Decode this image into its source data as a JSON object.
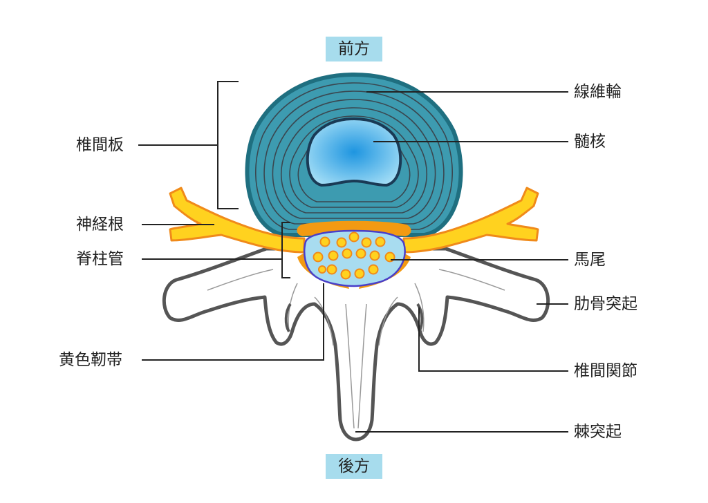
{
  "directions": {
    "anterior": "前方",
    "posterior": "後方"
  },
  "labels": {
    "annulus_fibrosus": "線維輪",
    "nucleus_pulposus": "髄核",
    "intervertebral_disc": "椎間板",
    "nerve_root": "神経根",
    "spinal_canal": "脊柱管",
    "cauda_equina": "馬尾",
    "costal_process": "肋骨突起",
    "ligamentum_flavum": "黄色靭帯",
    "facet_joint": "椎間関節",
    "spinous_process": "棘突起"
  },
  "colors": {
    "disc_fill": "#3d9bb0",
    "disc_outline": "#1f6f80",
    "nucleus_center": "#2f9fe0",
    "nucleus_edge": "#9fdcf5",
    "nerve": "#ffd21f",
    "nerve_outline": "#f08a1a",
    "ligament": "#f39a12",
    "canal_fill": "#a8dcf0",
    "canal_outline": "#4a3fc8",
    "bone_outline": "#555555",
    "direction_box": "#a7dced"
  }
}
